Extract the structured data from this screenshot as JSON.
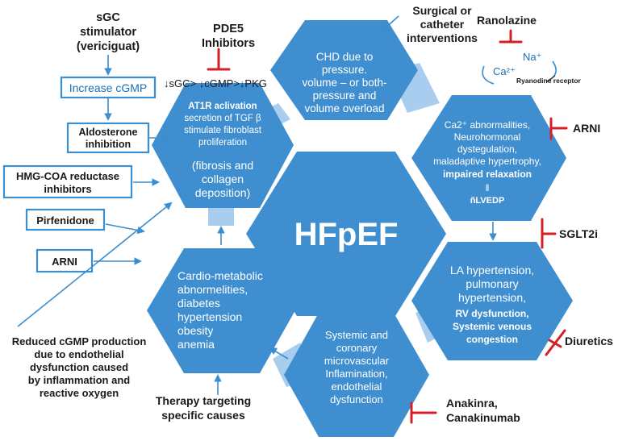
{
  "center": {
    "title": "HFpEF"
  },
  "hex_chd": {
    "lines": [
      "CHD due to",
      "pressure.",
      "volume – or both-",
      "pressure and",
      "volume overload"
    ]
  },
  "hex_fibrosis": {
    "top_lines": [
      "AT1R aclivation",
      "secretion of TGF β",
      "stimulate fibroblast",
      "proliferation"
    ],
    "bottom_lines": [
      "(fibrosis and",
      "collagen",
      "deposition)"
    ]
  },
  "hex_ca": {
    "lines": [
      "Ca2⁺ abnormalities,",
      "Neurohormonal",
      "dystegulation,",
      "maladaptive  hypertrophy,"
    ],
    "bold_line": "impaired relaxation",
    "sub": "‖",
    "lvedp": "ñLVEDP"
  },
  "hex_cardiometabolic": {
    "lines": [
      "Cardio-metabolic",
      "abnormelities,",
      "diabetes",
      "hypertension",
      "obesity",
      "anemia"
    ]
  },
  "hex_la": {
    "lines": [
      "LA hypertension,",
      "pulmonary",
      "hypertension,"
    ],
    "bold_lines": [
      "RV dysfunction,",
      "Systemic venous",
      "congestion"
    ]
  },
  "hex_systemic": {
    "lines": [
      "Systemic and",
      "coronary",
      "microvascular",
      "Inflamination,",
      "endothelial",
      "dysfunction"
    ]
  },
  "left_labels": {
    "sgc": [
      "sGC",
      "stimulator",
      "(vericiguat)"
    ],
    "increase_cgmp": "Increase cGMP",
    "aldosterone": [
      "Aldosterone",
      "inhibition"
    ],
    "hmg": [
      "HMG-COA reductase",
      "inhibitors"
    ],
    "pirfenidone": "Pirfenidone",
    "arni": "ARNI",
    "reduced": [
      "Reduced cGMP production",
      "due to endothelial",
      "dysfunction caused",
      "by inflammation and",
      "reactive oxygen"
    ]
  },
  "top_labels": {
    "pde5": [
      "PDE5",
      "Inhibitors"
    ],
    "pathway": "↓sGC> ↓cGMP>↓PKG",
    "surgical": [
      "Surgical or",
      "catheter",
      "interventions"
    ],
    "ranolazine": "Ranolazine",
    "na": "Na⁺",
    "ca": "Ca²⁺",
    "ryanodine": "Ryanodine receptor"
  },
  "right_labels": {
    "arni": "ARNI",
    "sglt2i": "SGLT2i",
    "diuretics": "Diuretics",
    "anakinra": [
      "Anakinra,",
      "Canakinumab"
    ]
  },
  "bottom_label": {
    "therapy": [
      "Therapy targeting",
      "specific causes"
    ]
  }
}
